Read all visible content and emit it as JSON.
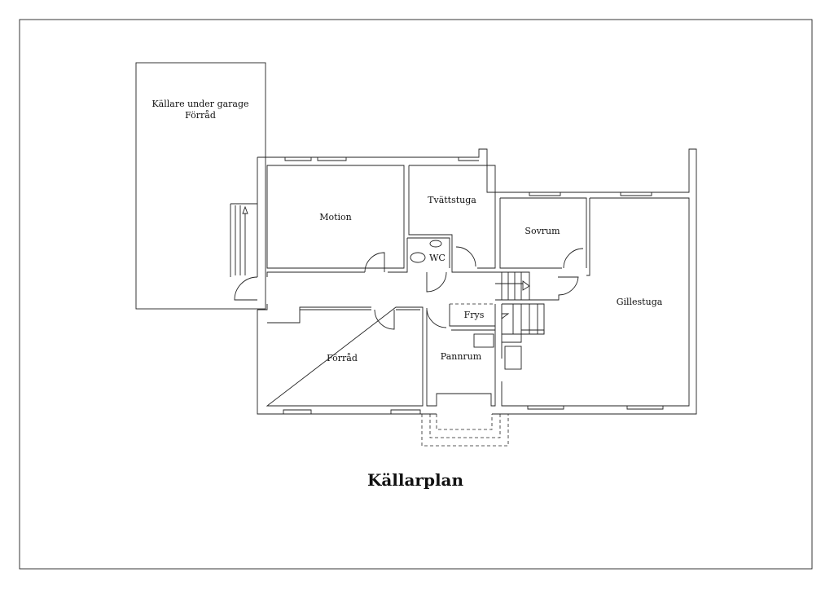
{
  "title": "Källarplan",
  "rooms": {
    "garage_line1": "Källare under garage",
    "garage_line2": "Förråd",
    "motion": "Motion",
    "tvattstuga": "Tvättstuga",
    "wc": "WC",
    "sovrum": "Sovrum",
    "gillestuga": "Gillestuga",
    "frys": "Frys",
    "forrad": "Förråd",
    "pannrum": "Pannrum"
  }
}
